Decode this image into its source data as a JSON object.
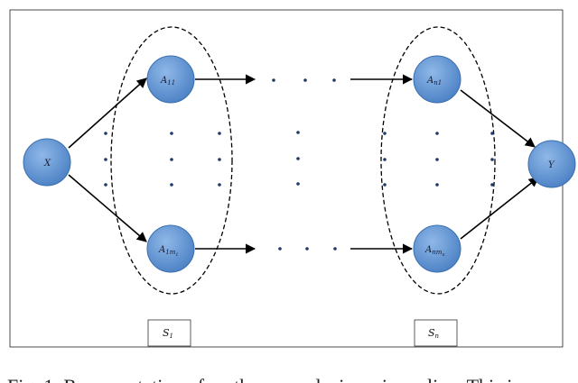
{
  "nodes": {
    "x": "X",
    "a11": "A",
    "a11_sub": "11",
    "a1m": "A",
    "a1m_sub": "1m",
    "a1m_subsub": "1",
    "an1": "A",
    "an1_sub": "n1",
    "anm": "A",
    "anm_sub": "nm",
    "anm_subsub": "n",
    "y": "Y"
  },
  "sets": {
    "s1": "S",
    "s1_sub": "1",
    "sn": "S",
    "sn_sub": "n"
  },
  "caption": "Fig. 1. Representation of … the … analysis … in … line. This is"
}
